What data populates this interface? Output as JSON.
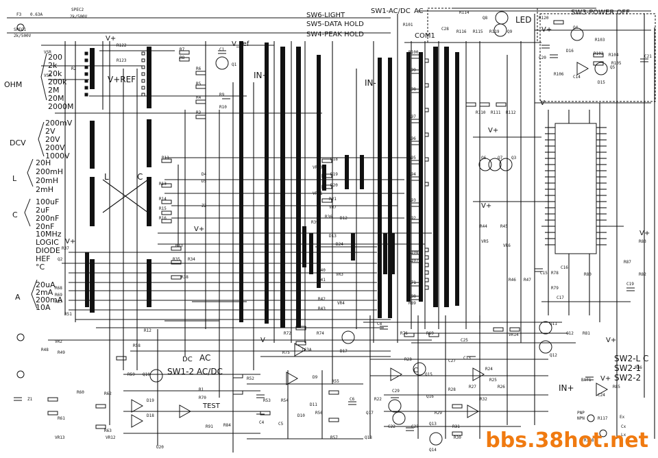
{
  "switch_notes": {
    "sw6": "SW6-LIGHT",
    "sw5": "SW5-DATA HOLD",
    "sw4": "SW4-PEAK HOLD",
    "sw1": "SW1-AC/DC",
    "sw1_ac": "AC",
    "sw3": "SW3-POWER OFF",
    "sw2_lc": "SW2-L C",
    "sw2_1": "SW2-1",
    "sw2_2": "SW2-2",
    "sw1_2": "SW1-2 AC/DC",
    "sw1_2_ac": "AC"
  },
  "nets": {
    "vref_top": "V_ref",
    "vref": "V+REF",
    "in_plus": "IN+",
    "in_minus": "IN-",
    "com": "COM1",
    "led": "LED",
    "vplus": "V+",
    "vminus": "V-",
    "in_plus_b": "IN+",
    "test": "TEST",
    "dc": "DC",
    "dc2": "DC",
    "c": "C",
    "l": "L",
    "c_mid": "C"
  },
  "ranges": {
    "ohm_title": "OHM",
    "ohm": [
      "200",
      "2k",
      "20k",
      "200k",
      "2M",
      "20M",
      "2000M"
    ],
    "dcv_title": "DCV",
    "dcv": [
      "200mV",
      "2V",
      "20V",
      "200V",
      "1000V"
    ],
    "l_title": "L",
    "l": [
      "20H",
      "200mH",
      "20mH",
      "2mH"
    ],
    "c_title": "C",
    "c": [
      "100uF",
      "2uF",
      "200nF",
      "20nF"
    ],
    "misc": [
      "10MHz",
      "LOGIC",
      "DIODE",
      "HEF",
      "°C"
    ],
    "a_title": "A",
    "a": [
      "20uA",
      "2mA",
      "200mA",
      "10A"
    ]
  },
  "parts": {
    "f3": "F3",
    "f3_val": "0.63A",
    "spec2": "SPEC2",
    "spec2_val": "2k/500V",
    "spec1": "SPEC1",
    "spec1_val": "2k/500V",
    "vsr": "VSR",
    "vsr2": "VSR",
    "r122": "R122",
    "r123": "R123",
    "r101": "R101",
    "r114": "R114",
    "r115": "R115",
    "r116": "R116",
    "r119": "R119",
    "q8": "Q8",
    "q9": "Q9",
    "c28": "C28",
    "r120": "R120",
    "q4": "Q4",
    "q16": "D16",
    "r103": "R103",
    "r102": "R102",
    "c20": "C20",
    "r106": "R106",
    "c21": "C21",
    "q5": "Q5",
    "c14": "C14",
    "d15": "D15",
    "r100": "R100",
    "r99": "R99",
    "r98": "R98",
    "r97": "R97",
    "r96": "R96",
    "r95": "R95",
    "r94": "R94",
    "r93": "R93",
    "r92": "R92",
    "r108": "R108",
    "r107": "R107",
    "r71": "R71",
    "r88": "R88",
    "r89": "R89",
    "r110": "R110",
    "r111": "R111",
    "r112": "R112",
    "q6": "Q6",
    "q7": "Q7",
    "q3": "Q3",
    "r44": "R44",
    "r45": "R45",
    "vr5": "VR5",
    "vr6": "VR6",
    "r46": "R46",
    "r47": "R47",
    "c15": "C15",
    "c16": "C16",
    "r78": "R78",
    "r79": "R79",
    "c17": "C17",
    "r80": "R80",
    "r81": "R81",
    "r82": "R82",
    "r83": "R83",
    "c19": "C19",
    "c12": "C12",
    "q11": "Q11",
    "q12": "Q12",
    "bat1": "BAT1",
    "r86": "R86",
    "c24": "C24",
    "r117": "R117",
    "r118": "R118",
    "q13": "Q13",
    "q14": "Q14",
    "r1": "R1",
    "r2": "R2",
    "r7": "R7",
    "r8": "R8",
    "r6": "R6",
    "r5": "R5",
    "r4": "R4",
    "r3": "R3",
    "q1": "Q1",
    "c1": "C1",
    "r9": "R9",
    "r10": "R10",
    "r11": "R11",
    "r13": "R13",
    "r14": "R14",
    "r15": "R15",
    "r16": "R16",
    "d4": "D4",
    "d5": "D5",
    "z1": "Z1",
    "z2": "Z2",
    "r37": "R37",
    "q2": "Q2",
    "r33": "R33",
    "r35": "R35",
    "r34": "R34",
    "r38": "R38",
    "r68": "R68",
    "r69": "R69",
    "r67": "R67",
    "r51": "R51",
    "r12": "R12",
    "vr2": "VR2",
    "r48": "R48",
    "r49": "R49",
    "r58": "R58",
    "r59": "R59",
    "q10": "Q10",
    "d19": "D19",
    "d18": "D18",
    "r70": "R70",
    "r91": "R91",
    "r84": "R84",
    "r60": "R60",
    "r62": "R62",
    "r61": "R61",
    "r63": "R63",
    "vr13": "VR13",
    "vr12": "VR12",
    "u20": "U20",
    "r52": "R52",
    "r53": "R53",
    "r54": "R54",
    "c4": "C4",
    "c5": "C5",
    "d10": "D10",
    "d11": "D11",
    "d9": "D9",
    "r55": "R55",
    "r56": "R56",
    "r57": "R57",
    "c6": "C6",
    "r72": "R72",
    "r74": "R74",
    "r75": "R75",
    "ic3a": "IC3A",
    "d17": "D17",
    "c8": "C8",
    "r76": "R76",
    "r69b": "R69",
    "c25": "C25",
    "c27": "C27",
    "r23": "R23",
    "c13": "C13",
    "vr14": "VR14",
    "r24": "R24",
    "r25": "R25",
    "r26": "R26",
    "r27": "R27",
    "r28": "R28",
    "r29": "R29",
    "r30": "R30",
    "r31": "R31",
    "r32": "R32",
    "q15": "Q15",
    "q16b": "Q16",
    "q17": "Q17",
    "q18": "Q18",
    "r22": "R22",
    "c22": "C22",
    "c23": "C23",
    "c29": "C29",
    "r18": "R18",
    "r19": "R19",
    "r20": "R20",
    "r21": "R21",
    "vr10": "VR10",
    "vr11": "VR11",
    "r36": "R36",
    "d12": "D12",
    "d13": "D13",
    "d24": "D24",
    "r40": "R40",
    "r41": "R41",
    "r42": "R42",
    "r43": "R43",
    "vr3": "VR3",
    "vr4": "VR4",
    "vr7": "VR7",
    "r39": "R39",
    "r85": "R85",
    "r87": "R87",
    "pnp": "PNP",
    "npn": "NPN",
    "ex": "Ex",
    "cx": "Cx",
    "lx": "Lx",
    "r104": "R104",
    "r105": "R105"
  },
  "watermark": "bbs.38hot.net"
}
